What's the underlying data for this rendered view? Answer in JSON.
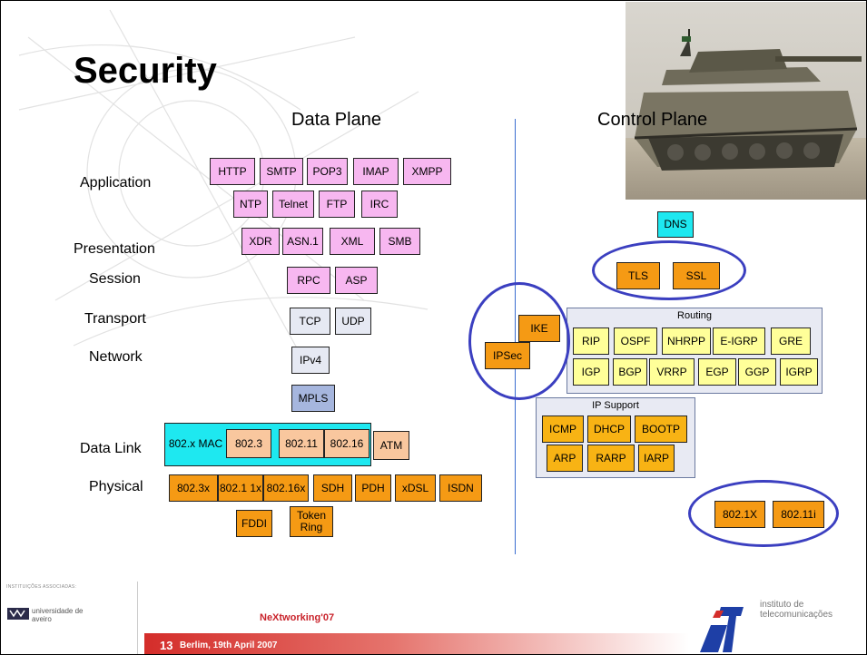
{
  "title": "Security",
  "data_plane_heading": "Data Plane",
  "control_plane_heading": "Control Plane",
  "layers": {
    "application": "Application",
    "presentation": "Presentation",
    "session": "Session",
    "transport": "Transport",
    "network": "Network",
    "data_link": "Data Link",
    "physical": "Physical"
  },
  "protocols": {
    "http": "HTTP",
    "smtp": "SMTP",
    "pop3": "POP3",
    "imap": "IMAP",
    "xmpp": "XMPP",
    "ntp": "NTP",
    "telnet": "Telnet",
    "ftp": "FTP",
    "irc": "IRC",
    "xdr": "XDR",
    "asn1": "ASN.1",
    "xml": "XML",
    "smb": "SMB",
    "rpc": "RPC",
    "asp": "ASP",
    "tcp": "TCP",
    "udp": "UDP",
    "ipv4": "IPv4",
    "mpls": "MPLS",
    "mac": "802.x MAC",
    "e8023": "802.3",
    "e80211": "802.11",
    "e80216": "802.16",
    "atm": "ATM",
    "p8023x": "802.3x",
    "p8021x": "802.1 1x",
    "p80216x": "802.16x",
    "sdh": "SDH",
    "pdh": "PDH",
    "xdsl": "xDSL",
    "isdn": "ISDN",
    "fddi": "FDDI",
    "token_ring": "Token Ring",
    "dns": "DNS",
    "tls": "TLS",
    "ssl": "SSL",
    "ike": "IKE",
    "ipsec": "IPSec",
    "rip": "RIP",
    "ospf": "OSPF",
    "nhrpp": "NHRPP",
    "eigrp": "E-IGRP",
    "gre": "GRE",
    "igp": "IGP",
    "bgp": "BGP",
    "vrrp": "VRRP",
    "egp": "EGP",
    "ggp": "GGP",
    "igrp": "IGRP",
    "icmp": "ICMP",
    "dhcp": "DHCP",
    "bootp": "BOOTP",
    "arp": "ARP",
    "rarp": "RARP",
    "iarp": "IARP",
    "dot1x": "802.1X",
    "dot11i": "802.11i"
  },
  "groups": {
    "routing": "Routing",
    "ip_support": "IP Support"
  },
  "footer": {
    "institutions_label": "INSTITUIÇÕES ASSOCIADAS:",
    "university": "universidade de aveiro",
    "event": "NeXtworking'07",
    "page_number": "13",
    "location_date": "Berlim, 19th April 2007",
    "institute": "instituto de telecomunicações",
    "logo_text": "it"
  },
  "colors": {
    "application": "#f7b7f0",
    "transport": "#e6e9f3",
    "mpls": "#a6b6de",
    "data_link": "#1ee8f0",
    "physical": "#f59a14",
    "routing": "#ffff99",
    "ip_support": "#f8b314",
    "footer_red": "#d42d2a",
    "ellipse": "#3b3fc0"
  }
}
